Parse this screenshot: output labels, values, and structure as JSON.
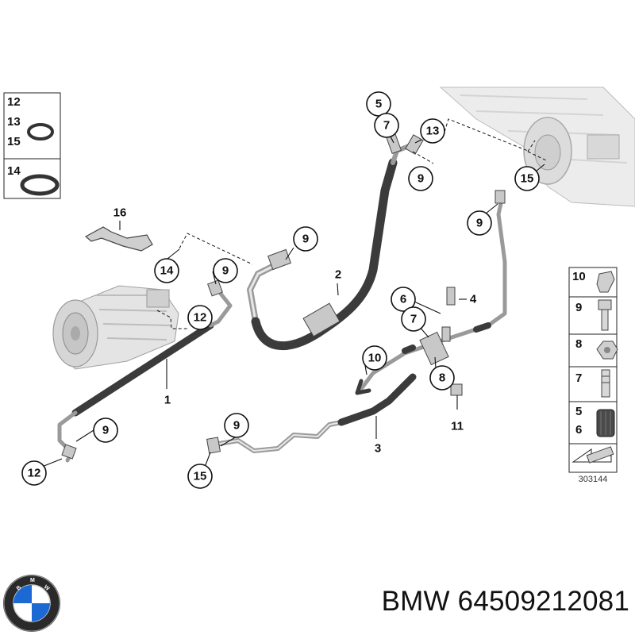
{
  "diagram": {
    "callouts": {
      "c1": "1",
      "c2": "2",
      "c3": "3",
      "c4": "4",
      "c5": "5",
      "c6": "6",
      "c7a": "7",
      "c7b": "7",
      "c8": "8",
      "c9a": "9",
      "c9b": "9",
      "c9c": "9",
      "c9d": "9",
      "c9e": "9",
      "c9f": "9",
      "c10": "10",
      "c11": "11",
      "c12a": "12",
      "c12b": "12",
      "c13": "13",
      "c14": "14",
      "c15a": "15",
      "c15b": "15",
      "c16": "16"
    },
    "legend_top": {
      "a": "12",
      "b": "13",
      "c": "15",
      "d": "14"
    },
    "legend_right": {
      "r10": "10",
      "r9": "9",
      "r8": "8",
      "r7": "7",
      "r5": "5",
      "r6": "6"
    },
    "figure_number": "303144"
  },
  "brand": {
    "logo_letters": "BMW",
    "caption": "BMW 64509212081"
  }
}
